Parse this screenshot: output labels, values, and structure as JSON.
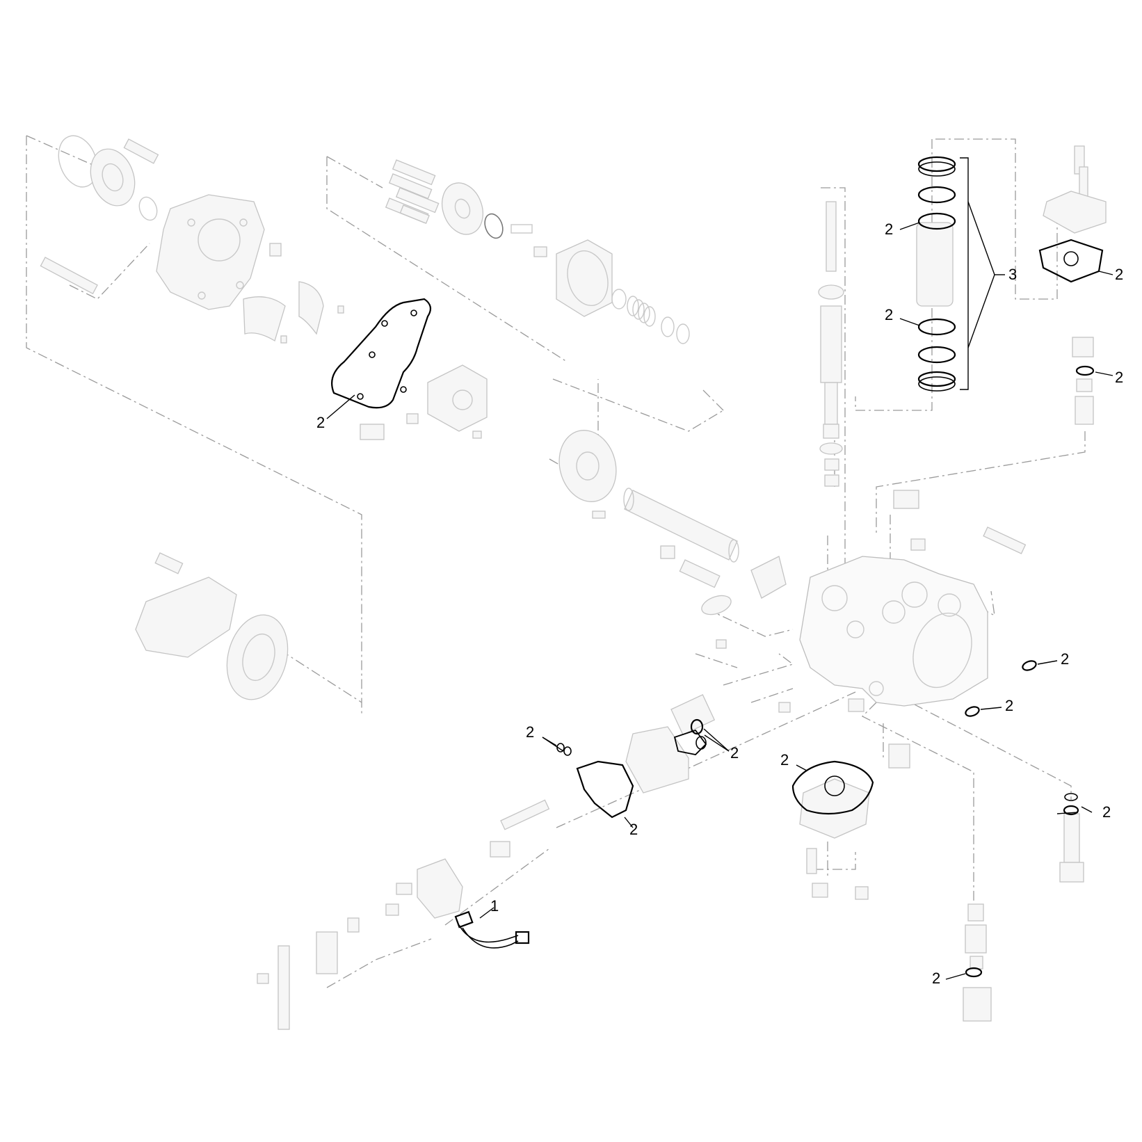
{
  "diagram": {
    "colors": {
      "background": "#ffffff",
      "highlight": "#000000",
      "ghost": "#c9c9c9",
      "phantom_line": "#9a9a9a"
    },
    "callouts": [
      {
        "id": "c-gasket-upper",
        "text": "2"
      },
      {
        "id": "c-ring-a",
        "text": "2"
      },
      {
        "id": "c-ring-b",
        "text": "2"
      },
      {
        "id": "c-kit",
        "text": "3"
      },
      {
        "id": "c-cover-gasket-right",
        "text": "2"
      },
      {
        "id": "c-plug-oring-right",
        "text": "2"
      },
      {
        "id": "c-oring-side-1",
        "text": "2"
      },
      {
        "id": "c-oring-side-2",
        "text": "2"
      },
      {
        "id": "c-oring-pair-center",
        "text": "2"
      },
      {
        "id": "c-gasket-lower-center",
        "text": "2"
      },
      {
        "id": "c-small-orings-left",
        "text": "2"
      },
      {
        "id": "c-gasket-left",
        "text": "2"
      },
      {
        "id": "c-switch",
        "text": "1"
      },
      {
        "id": "c-oring-pair-right",
        "text": "2"
      },
      {
        "id": "c-oring-bottom",
        "text": "2"
      }
    ]
  }
}
